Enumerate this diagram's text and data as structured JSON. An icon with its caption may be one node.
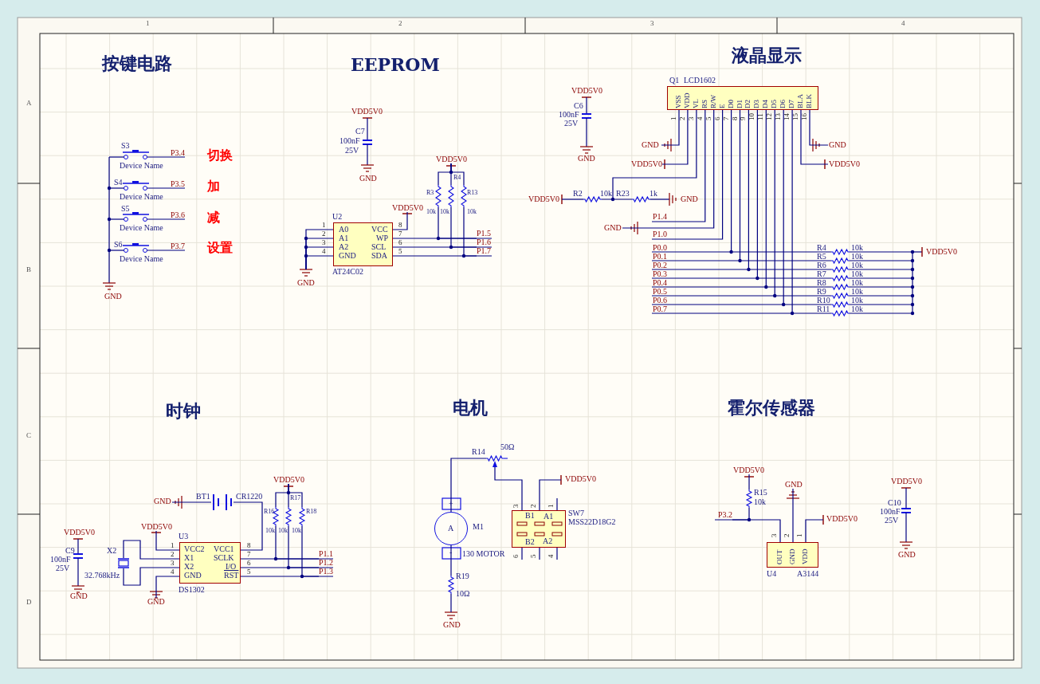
{
  "diagram": {
    "nodes": [
      {
        "text": [
          "A0",
          "A1",
          "A2",
          "GND",
          "VCC",
          "WP",
          "SCL",
          "SDA"
        ],
        "beside": [
          "U2",
          "AT24C02",
          "1",
          "2",
          "3",
          "4",
          "8",
          "7",
          "6",
          "5"
        ]
      },
      {
        "text": [
          "VSS",
          "VDD",
          "VL",
          "RS",
          "R/W",
          "E",
          "D0",
          "D1",
          "D2",
          "D3",
          "D4",
          "D5",
          "D6",
          "D7",
          "BLA",
          "BLK"
        ],
        "beside": [
          "Q1",
          "LCD1602",
          "1",
          "2",
          "3",
          "4",
          "5",
          "6",
          "7",
          "8",
          "9",
          "10",
          "11",
          "12",
          "13",
          "14",
          "15",
          "16"
        ]
      },
      {
        "text": [
          "VCC2",
          "X1",
          "X2",
          "GND",
          "VCC1",
          "SCLK",
          "I/O",
          "RST"
        ],
        "beside": [
          "U3",
          "DS1302",
          "1",
          "2",
          "3",
          "4",
          "8",
          "7",
          "6",
          "5"
        ]
      },
      {
        "text": [
          "A"
        ],
        "beside": [
          "M1",
          "130 MOTOR"
        ]
      },
      {
        "text": [
          "B1",
          "A1",
          "B2",
          "A2"
        ],
        "beside": [
          "SW7",
          "MSS22D18G2",
          "3",
          "2",
          "1",
          "6",
          "5",
          "4"
        ]
      },
      {
        "text": [
          "OUT",
          "GND",
          "VDD"
        ],
        "beside": [
          "U4",
          "A3144",
          "3",
          "2",
          "1"
        ]
      },
      {
        "text": [
          "VDD5V0"
        ]
      },
      {
        "text": [
          "VDD5V0"
        ]
      },
      {
        "text": [
          "P1.4"
        ]
      },
      {
        "text": [
          "GND"
        ]
      },
      {
        "text": [
          "P1.0"
        ]
      },
      {
        "text": [],
        "shape": "crystal",
        "beside": [
          "X2",
          "32.768kHz"
        ]
      },
      {
        "text": [],
        "shape": "battery",
        "beside": [
          "BT1",
          "CR1220"
        ]
      },
      {
        "text": [
          "GND"
        ]
      },
      {
        "text": [],
        "shape": "potentiometer",
        "beside": [
          "R14",
          "50Ω"
        ]
      },
      {
        "text": [
          "GND"
        ]
      },
      {
        "text": [
          "GND"
        ]
      },
      {
        "text": [
          "GND"
        ]
      },
      {
        "text": [
          "VDD5V0"
        ]
      },
      {
        "text": [
          "VDD5V0"
        ]
      },
      {
        "text": [
          "GND"
        ]
      },
      {
        "text": [],
        "shape": "resistor",
        "beside": [
          "R19",
          "10Ω"
        ]
      },
      {
        "text": [
          "GND"
        ]
      },
      {
        "text": [
          "VDD5V0"
        ]
      },
      {
        "text": [
          "VDD5V0"
        ]
      },
      {
        "text": [
          "P3.2"
        ]
      },
      {
        "text": [
          "P1.5"
        ]
      },
      {
        "text": [
          "P1.6"
        ]
      },
      {
        "text": [
          "P1.7"
        ]
      },
      {
        "text": [
          "P1.1"
        ]
      },
      {
        "text": [
          "P1.2"
        ]
      },
      {
        "text": [
          "P1.3"
        ]
      },
      {
        "text": [
          "P0.0"
        ]
      },
      {
        "text": [
          "P0.1"
        ]
      },
      {
        "text": [
          "P0.2"
        ]
      },
      {
        "text": [
          "P0.3"
        ]
      },
      {
        "text": [
          "P0.4"
        ]
      },
      {
        "text": [
          "P0.5"
        ]
      },
      {
        "text": [
          "P0.6"
        ]
      },
      {
        "text": [
          "P0.7"
        ]
      },
      {
        "text": [
          "GND"
        ]
      },
      {
        "text": [
          "VDD5V0"
        ]
      },
      {
        "text": [],
        "shape": "resistor",
        "beside": [
          "R3",
          "10k"
        ]
      },
      {
        "text": [],
        "shape": "resistor",
        "beside": [
          "R4",
          "10k"
        ]
      },
      {
        "text": [],
        "shape": "resistor",
        "beside": [
          "R13",
          "10k"
        ]
      },
      {
        "text": [
          "VDD5V0"
        ]
      },
      {
        "text": [],
        "shape": "resistor",
        "beside": [
          "R16",
          "10k"
        ]
      },
      {
        "text": [],
        "shape": "resistor",
        "beside": [
          "R17",
          "10k"
        ]
      },
      {
        "text": [],
        "shape": "resistor",
        "beside": [
          "R18",
          "10k"
        ]
      },
      {
        "text": [
          "VDD5V0"
        ]
      },
      {
        "text": [],
        "shape": "resistor",
        "beside": [
          "R15",
          "10k"
        ]
      }
    ],
    "edges": [
      {
        "from": 1,
        "to": 6,
        "arrow": "none"
      },
      {
        "from": 1,
        "to": 7,
        "arrow": "none"
      },
      {
        "from": 1,
        "to": 8,
        "arrow": "none"
      },
      {
        "from": 1,
        "to": 9,
        "arrow": "none"
      },
      {
        "from": 1,
        "to": 10,
        "arrow": "none"
      },
      {
        "from": 2,
        "to": 11,
        "arrow": "none"
      },
      {
        "from": 2,
        "to": 11,
        "arrow": "none"
      },
      {
        "from": 2,
        "to": 12,
        "arrow": "none"
      },
      {
        "from": 12,
        "to": 13,
        "arrow": "none"
      },
      {
        "from": 3,
        "to": 14,
        "arrow": "none"
      },
      {
        "from": 14,
        "to": 4,
        "arrow": "none"
      },
      {
        "from": 5,
        "to": 15,
        "arrow": "none"
      },
      {
        "from": 1,
        "to": 16,
        "arrow": "none"
      },
      {
        "from": 1,
        "to": 17,
        "arrow": "none"
      },
      {
        "from": 0,
        "to": 18,
        "arrow": "none"
      },
      {
        "from": 2,
        "to": 19,
        "arrow": "none"
      },
      {
        "from": 2,
        "to": 20,
        "arrow": "none"
      },
      {
        "from": 3,
        "to": 21,
        "arrow": "none"
      },
      {
        "from": 21,
        "to": 22,
        "arrow": "none"
      },
      {
        "from": 4,
        "to": 23,
        "arrow": "none"
      },
      {
        "from": 5,
        "to": 24,
        "arrow": "none"
      },
      {
        "from": 5,
        "to": 25,
        "arrow": "none"
      },
      {
        "from": 0,
        "to": 26,
        "arrow": "none"
      },
      {
        "from": 0,
        "to": 27,
        "arrow": "none"
      },
      {
        "from": 0,
        "to": 28,
        "arrow": "none"
      },
      {
        "from": 2,
        "to": 29,
        "arrow": "none"
      },
      {
        "from": 2,
        "to": 30,
        "arrow": "none"
      },
      {
        "from": 2,
        "to": 31,
        "arrow": "none"
      },
      {
        "from": 1,
        "to": 32,
        "arrow": "none"
      },
      {
        "from": 1,
        "to": 33,
        "arrow": "none"
      },
      {
        "from": 1,
        "to": 34,
        "arrow": "none"
      },
      {
        "from": 1,
        "to": 35,
        "arrow": "none"
      },
      {
        "from": 1,
        "to": 36,
        "arrow": "none"
      },
      {
        "from": 1,
        "to": 37,
        "arrow": "none"
      },
      {
        "from": 1,
        "to": 38,
        "arrow": "none"
      },
      {
        "from": 1,
        "to": 39,
        "arrow": "none"
      },
      {
        "from": 0,
        "to": 40,
        "arrow": "none"
      },
      {
        "from": 0,
        "to": 40,
        "arrow": "none"
      },
      {
        "from": 0,
        "to": 40,
        "arrow": "none"
      },
      {
        "from": 0,
        "to": 40,
        "arrow": "none"
      },
      {
        "from": 41,
        "to": 42,
        "arrow": "none"
      },
      {
        "from": 41,
        "to": 43,
        "arrow": "none"
      },
      {
        "from": 41,
        "to": 44,
        "arrow": "none"
      },
      {
        "from": 42,
        "to": 26,
        "arrow": "none"
      },
      {
        "from": 43,
        "to": 27,
        "arrow": "none"
      },
      {
        "from": 44,
        "to": 28,
        "arrow": "none"
      },
      {
        "from": 45,
        "to": 46,
        "arrow": "none"
      },
      {
        "from": 45,
        "to": 47,
        "arrow": "none"
      },
      {
        "from": 45,
        "to": 48,
        "arrow": "none"
      },
      {
        "from": 46,
        "to": 29,
        "arrow": "none"
      },
      {
        "from": 47,
        "to": 30,
        "arrow": "none"
      },
      {
        "from": 48,
        "to": 31,
        "arrow": "none"
      },
      {
        "from": 49,
        "to": 50,
        "arrow": "none"
      },
      {
        "from": 50,
        "to": 25,
        "arrow": "none"
      }
    ],
    "labels": [
      "1",
      "2",
      "3",
      "4",
      "A",
      "B",
      "C",
      "D",
      "按键电路",
      "EEPROM",
      "液晶显示",
      "S3",
      "P3.4",
      "Device Name",
      "切换",
      "S4",
      "P3.5",
      "Device Name",
      "加",
      "S5",
      "P3.6",
      "Device Name",
      "减",
      "S6",
      "P3.7",
      "Device Name",
      "设置",
      "GND",
      "VDD5V0",
      "C7",
      "100nF",
      "25V",
      "GND",
      "VDD5V0",
      "C6",
      "100nF",
      "25V",
      "GND",
      "VDD5V0",
      "R2",
      "10k",
      "R23",
      "1k",
      "GND",
      "VDD5V0",
      "R4",
      "10k",
      "R5",
      "10k",
      "R6",
      "10k",
      "R7",
      "10k",
      "R8",
      "10k",
      "R9",
      "10k",
      "R10",
      "10k",
      "R11",
      "10k",
      "时钟",
      "电机",
      "霍尔传感器",
      "VDD5V0",
      "C9",
      "100nF",
      "25V",
      "GND",
      "+",
      "-",
      "VDD5V0",
      "C10",
      "100nF",
      "25V",
      "GND"
    ]
  }
}
